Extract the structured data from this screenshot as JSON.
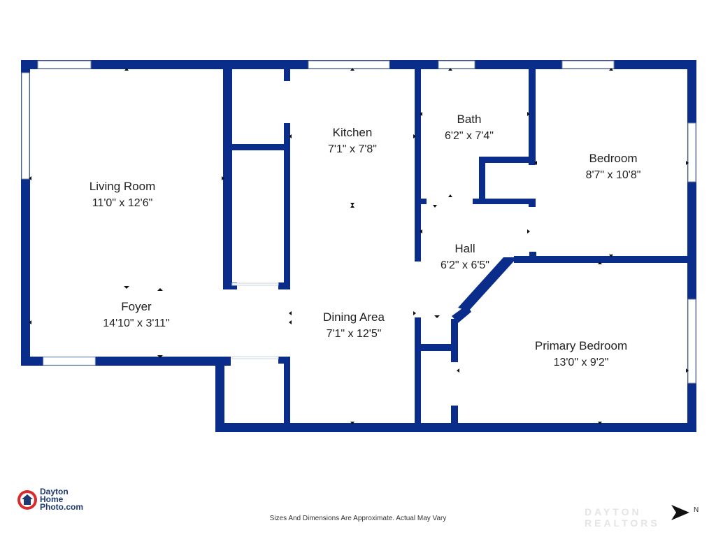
{
  "rooms": {
    "living_room": {
      "name": "Living Room",
      "dims": "11'0\" x 12'6\""
    },
    "foyer": {
      "name": "Foyer",
      "dims": "14'10\" x 3'11\""
    },
    "kitchen": {
      "name": "Kitchen",
      "dims": "7'1\" x 7'8\""
    },
    "dining_area": {
      "name": "Dining Area",
      "dims": "7'1\" x 12'5\""
    },
    "bath": {
      "name": "Bath",
      "dims": "6'2\" x 7'4\""
    },
    "hall": {
      "name": "Hall",
      "dims": "6'2\" x 6'5\""
    },
    "bedroom": {
      "name": "Bedroom",
      "dims": "8'7\" x 10'8\""
    },
    "primary_bedroom": {
      "name": "Primary Bedroom",
      "dims": "13'0\" x 9'2\""
    }
  },
  "footer": {
    "note": "Sizes And Dimensions Are Approximate. Actual May Vary"
  },
  "logo": {
    "line1": "Dayton",
    "line2": "Home",
    "line3": "Photo.com"
  },
  "watermark": {
    "text": "DAYTON REALTORS"
  },
  "compass": {
    "label": "N"
  },
  "colors": {
    "wall": "#0a2d8c",
    "window": "#d9e6ef",
    "logo_red": "#d92b2b",
    "logo_blue": "#1f3a73"
  }
}
